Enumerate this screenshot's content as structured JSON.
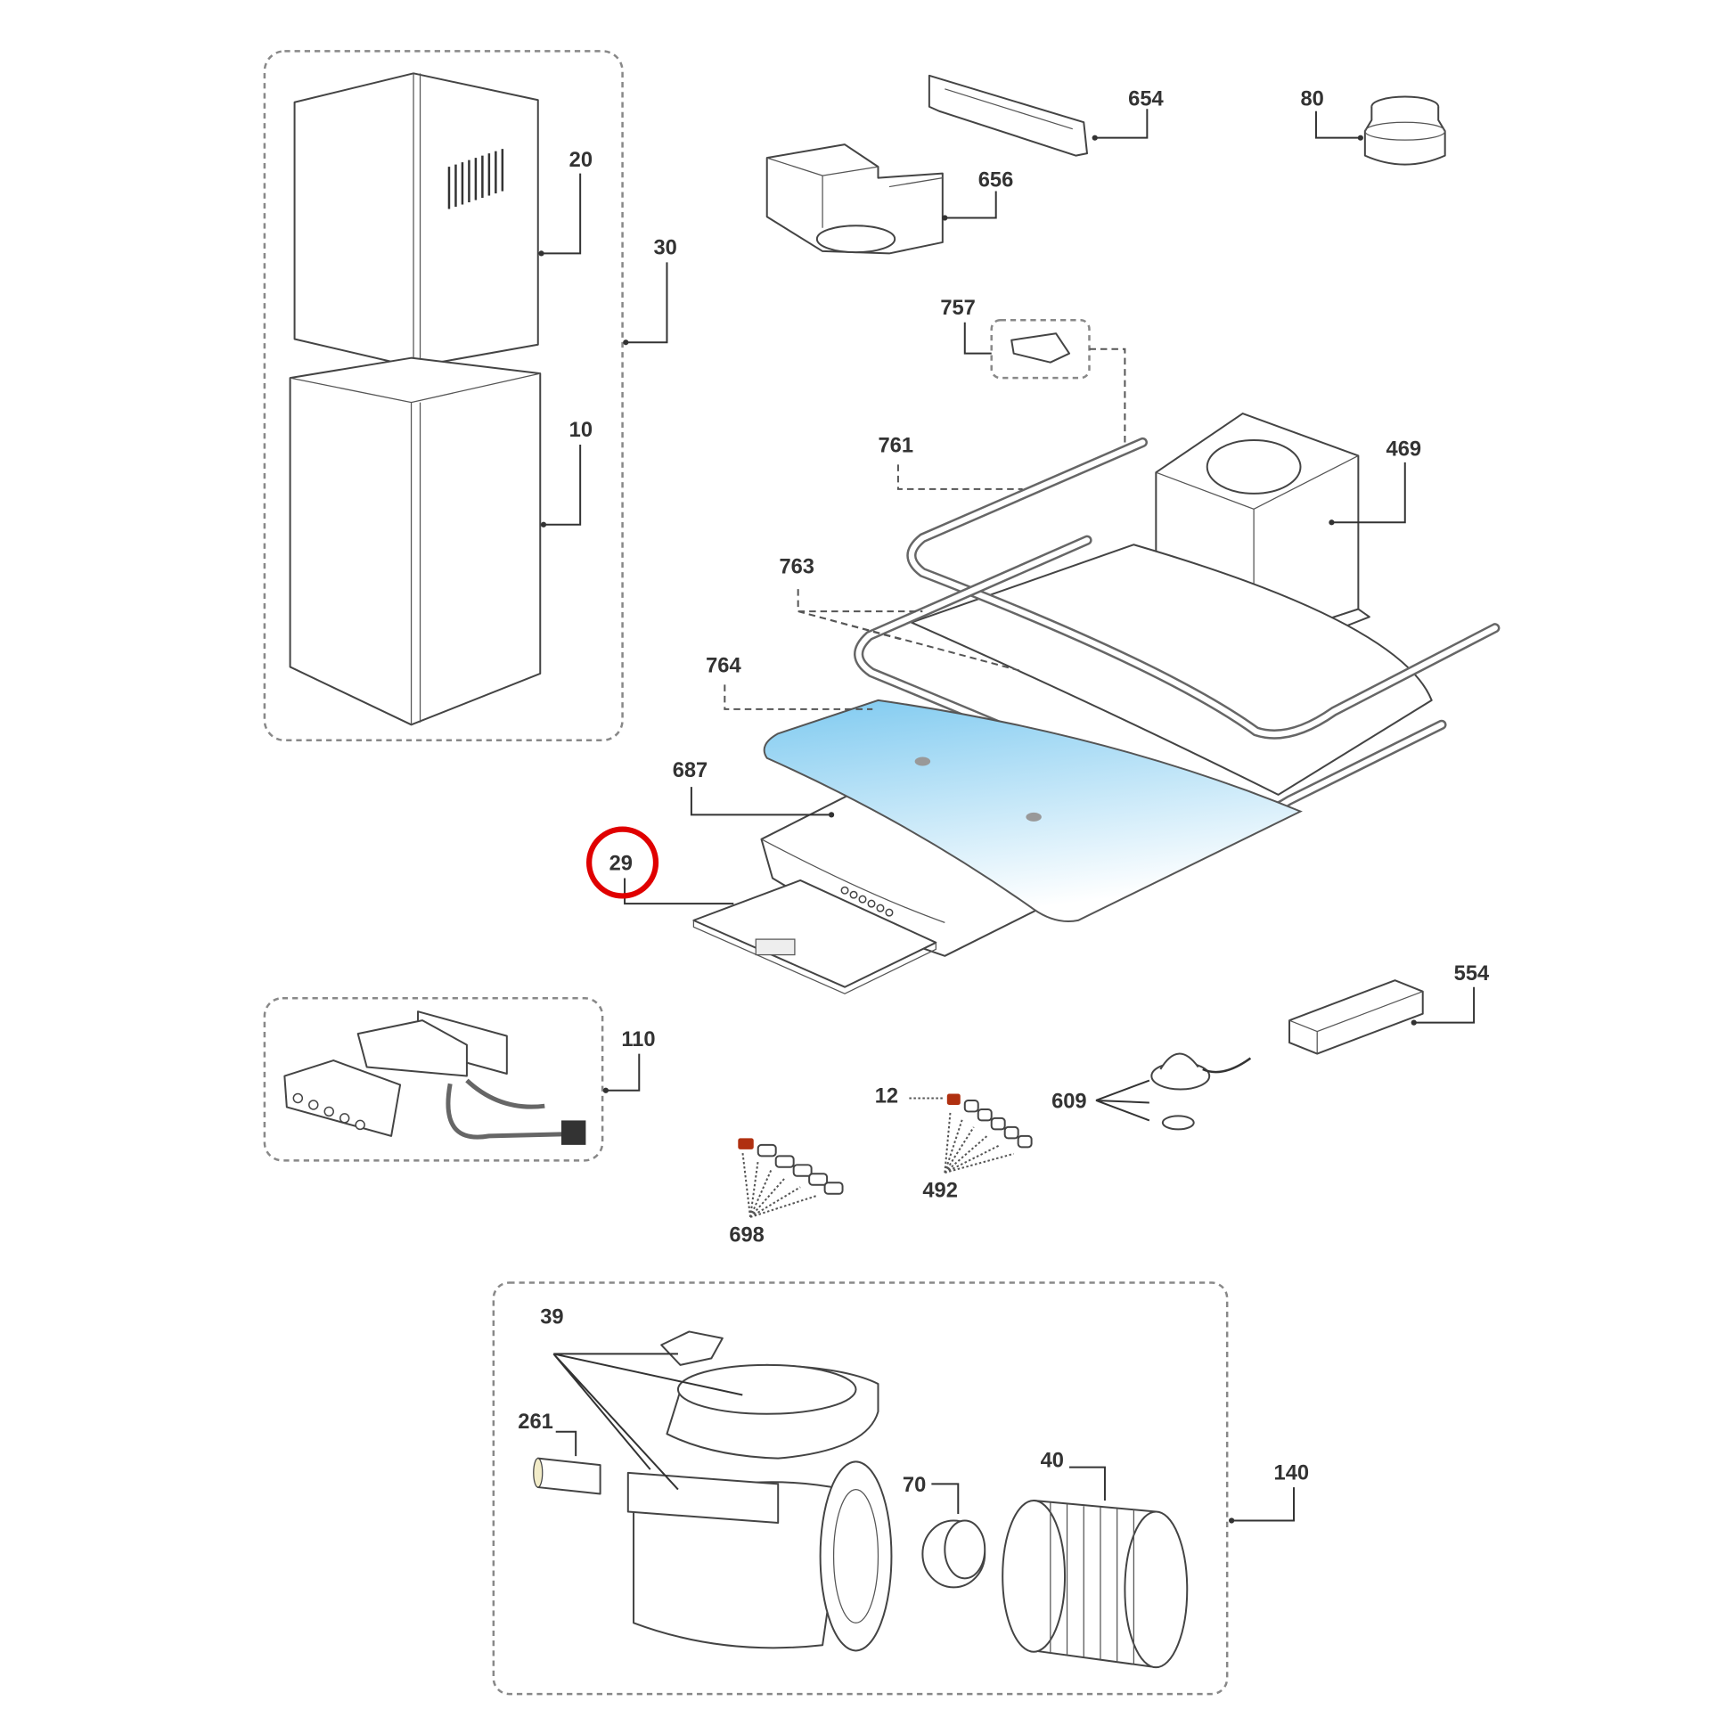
{
  "diagram": {
    "type": "exploded-parts-diagram",
    "highlighted_part": "29",
    "highlight_color": "#e00000",
    "glass_color": "#8fd0f2",
    "parts": {
      "p20": "20",
      "p30": "30",
      "p10": "10",
      "p654": "654",
      "p80": "80",
      "p656": "656",
      "p757": "757",
      "p761": "761",
      "p469": "469",
      "p763": "763",
      "p764": "764",
      "p687": "687",
      "p29": "29",
      "p554": "554",
      "p110": "110",
      "p12": "12",
      "p609": "609",
      "p492": "492",
      "p698": "698",
      "p39": "39",
      "p261": "261",
      "p40": "40",
      "p70": "70",
      "p140": "140"
    }
  }
}
